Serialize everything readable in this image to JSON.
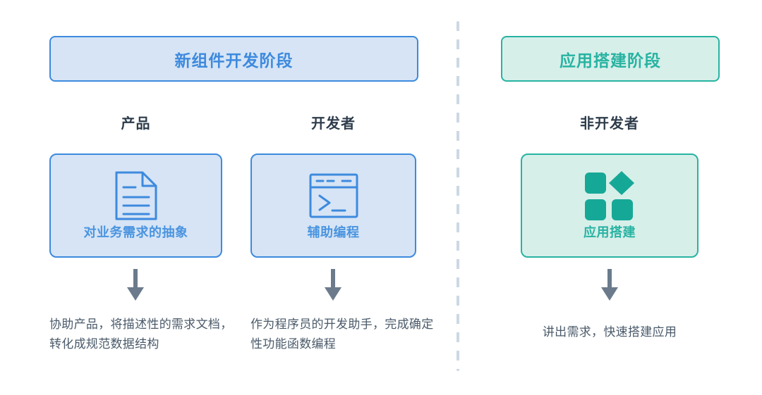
{
  "diagram": {
    "divider": "vertical-dashed-divider",
    "colors": {
      "blue_accent": "#3d8ade",
      "blue_fill": "#d6e4f5",
      "blue_label": "#4a94e0",
      "green_accent": "#27b3a2",
      "green_fill": "#d7efe9",
      "heading_text": "#2d3b4a",
      "caption_text": "#4a5a6a",
      "arrow": "#6b7b8c"
    },
    "left_section": {
      "banner": "新组件开发阶段",
      "columns": [
        {
          "role": "产品",
          "card_label": "对业务需求的抽象",
          "icon": "document-icon",
          "caption": "协助产品，将描述性的需求文档，转化成规范数据结构"
        },
        {
          "role": "开发者",
          "card_label": "辅助编程",
          "icon": "terminal-icon",
          "caption": "作为程序员的开发助手，完成确定性功能函数编程"
        }
      ]
    },
    "right_section": {
      "banner": "应用搭建阶段",
      "columns": [
        {
          "role": "非开发者",
          "card_label": "应用搭建",
          "icon": "apps-grid-icon",
          "caption": "讲出需求，快速搭建应用"
        }
      ]
    }
  }
}
